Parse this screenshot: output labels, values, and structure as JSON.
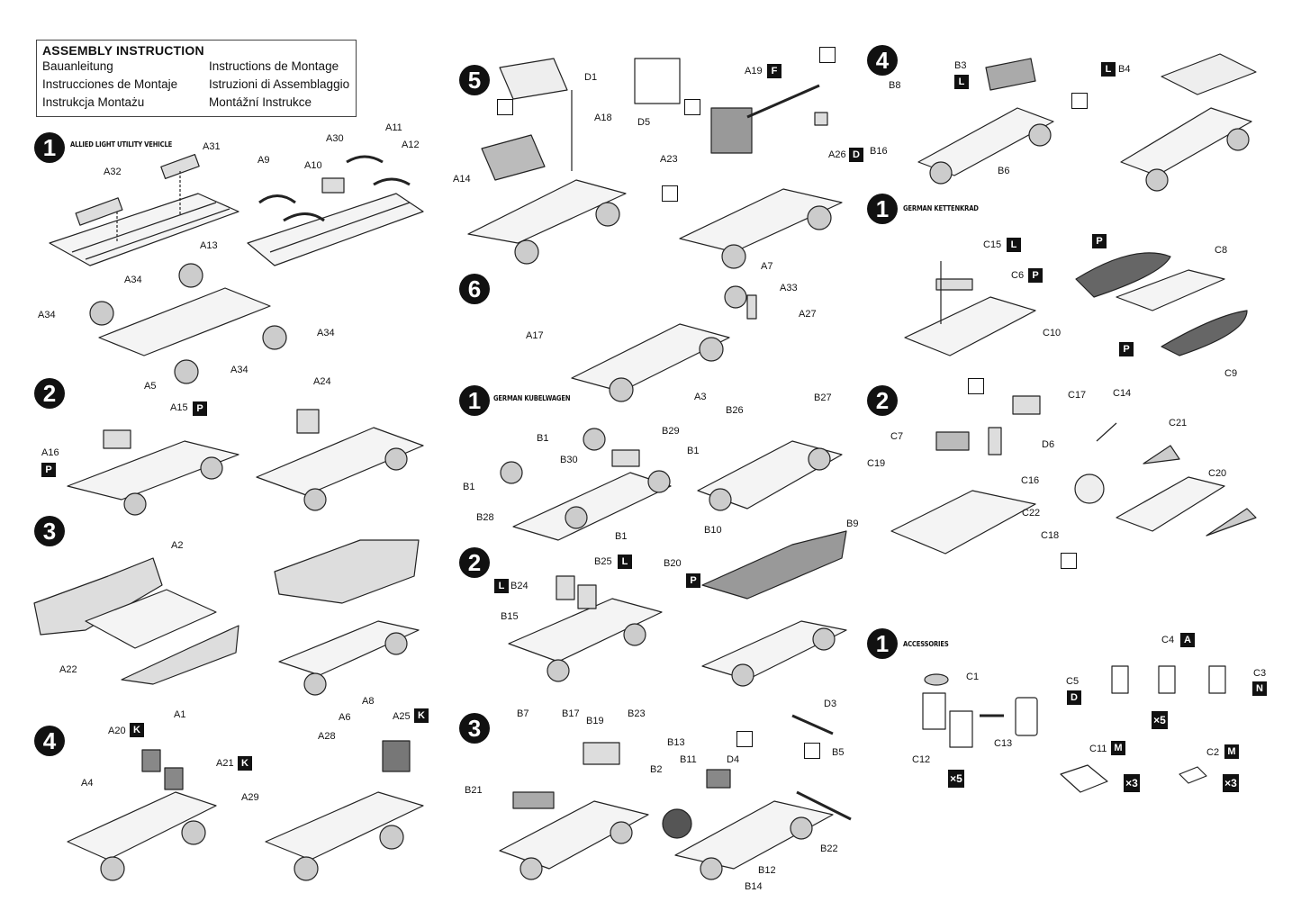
{
  "header": {
    "title": "ASSEMBLY INSTRUCTION",
    "languages": [
      "Bauanleitung",
      "Instructions de Montage",
      "Instrucciones de Montaje",
      "Istruzioni di Assemblaggio",
      "Instrukcja Montażu",
      "Montážní Instrukce"
    ]
  },
  "sections": {
    "allied": "ALLIED LIGHT UTILITY VEHICLE",
    "kubel": "GERMAN KUBELWAGEN",
    "ketten": "GERMAN KETTENKRAD",
    "acc": "ACCESSORIES"
  },
  "steps": [
    "1",
    "2",
    "3",
    "4",
    "5",
    "6",
    "1",
    "2",
    "3",
    "1",
    "2",
    "4",
    "1"
  ],
  "labels": {
    "a31": "A31",
    "a32": "A32",
    "a13": "A13",
    "a30": "A30",
    "a11": "A11",
    "a12": "A12",
    "a9": "A9",
    "a10": "A10",
    "a34a": "A34",
    "a34b": "A34",
    "a34c": "A34",
    "a34d": "A34",
    "a5": "A5",
    "a15": "A15",
    "a16": "A16",
    "a24": "A24",
    "a2": "A2",
    "a22": "A22",
    "a1": "A1",
    "a20": "A20",
    "a4": "A4",
    "a21": "A21",
    "a8": "A8",
    "a6": "A6",
    "a28": "A28",
    "a25": "A25",
    "a29": "A29",
    "d1": "D1",
    "a18": "A18",
    "d5": "D5",
    "a14": "A14",
    "a19": "A19",
    "a23": "A23",
    "a26": "A26",
    "a7": "A7",
    "a33": "A33",
    "a27": "A27",
    "a17": "A17",
    "a3": "A3",
    "b1a": "B1",
    "b29": "B29",
    "b1b": "B1",
    "b30": "B30",
    "b1c": "B1",
    "b28": "B28",
    "b1d": "B1",
    "b26": "B26",
    "b27": "B27",
    "b24": "B24",
    "b25": "B25",
    "b20": "B20",
    "b15": "B15",
    "b10": "B10",
    "b9": "B9",
    "b7": "B7",
    "b17": "B17",
    "b19": "B19",
    "b23": "B23",
    "b21": "B21",
    "b13": "B13",
    "b11": "B11",
    "b2": "B2",
    "d4": "D4",
    "d3": "D3",
    "b5": "B5",
    "b22": "B22",
    "b12": "B12",
    "b14": "B14",
    "b3": "B3",
    "b8": "B8",
    "b16": "B16",
    "b6": "B6",
    "b4": "B4",
    "c15": "C15",
    "c6": "C6",
    "c10": "C10",
    "c8": "C8",
    "c9": "C9",
    "d6": "D6",
    "c7": "C7",
    "c19": "C19",
    "c16": "C16",
    "c22": "C22",
    "c17": "C17",
    "c14": "C14",
    "c21": "C21",
    "c20": "C20",
    "c18": "C18",
    "c1": "C1",
    "c12": "C12",
    "c13": "C13",
    "c4": "C4",
    "c5": "C5",
    "c3": "C3",
    "c11": "C11",
    "c2": "C2"
  },
  "badges": {
    "p1": "P",
    "p2": "P",
    "k1": "K",
    "k2": "K",
    "k3": "K",
    "f1": "F",
    "d1": "D",
    "l1": "L",
    "l2": "L",
    "p3": "P",
    "l3": "L",
    "l4": "L",
    "l5": "L",
    "p4": "P",
    "p5": "P",
    "p6": "P",
    "a1": "A",
    "d2": "D",
    "n1": "N",
    "m1": "M",
    "m2": "M"
  },
  "multipliers": {
    "x5a": "×5",
    "x5b": "×5",
    "x3a": "×3",
    "x3b": "×3"
  }
}
